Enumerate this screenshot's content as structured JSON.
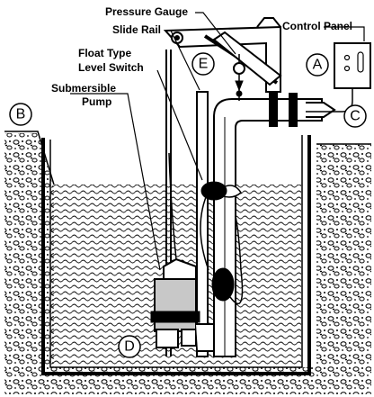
{
  "labels": {
    "pressure_gauge": "Pressure Gauge",
    "slide_rail": "Slide Rail",
    "control_panel": "Control Panel",
    "float_type_line1": "Float Type",
    "float_type_line2": "Level Switch",
    "submersible_line1": "Submersible",
    "submersible_line2": "Pump"
  },
  "markers": {
    "a": "A",
    "b": "B",
    "c": "C",
    "d": "D",
    "e": "E"
  },
  "colors": {
    "ink": "#000000",
    "background": "#ffffff",
    "pump_body": "#c8c8c8"
  }
}
